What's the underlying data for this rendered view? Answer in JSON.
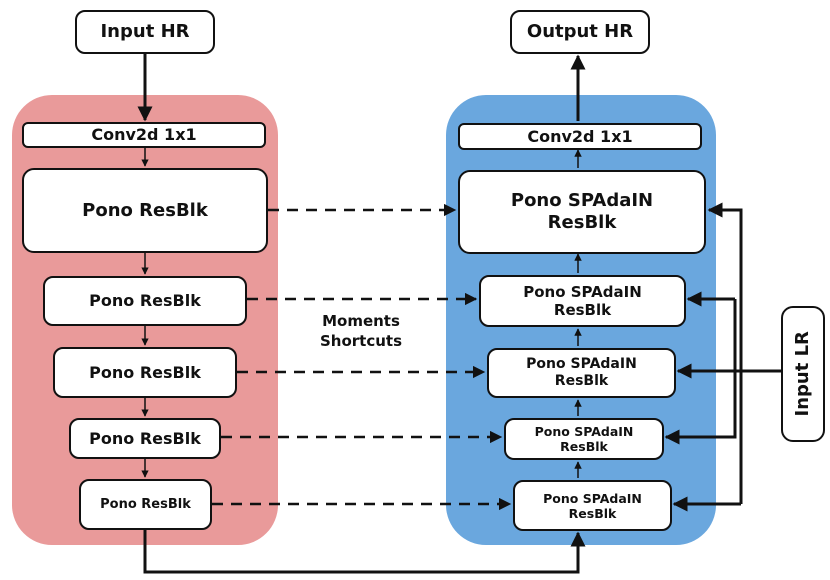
{
  "inputs": {
    "input_hr": "Input HR",
    "input_lr": "Input LR"
  },
  "outputs": {
    "output_hr": "Output HR"
  },
  "encoder": {
    "conv": "Conv2d 1x1",
    "blocks": [
      "Pono ResBlk",
      "Pono ResBlk",
      "Pono ResBlk",
      "Pono ResBlk",
      "Pono ResBlk"
    ]
  },
  "decoder": {
    "conv": "Conv2d 1x1",
    "blocks": [
      "Pono SPAdaIN\nResBlk",
      "Pono SPAdaIN\nResBlk",
      "Pono SPAdaIN\nResBlk",
      "Pono SPAdaIN\nResBlk",
      "Pono SPAdaIN\nResBlk"
    ]
  },
  "shortcut_label": "Moments\nShortcuts",
  "colors": {
    "encoder_panel": "#e99a9a",
    "decoder_panel": "#6aa7de",
    "box_fill": "#ffffff",
    "stroke": "#111111"
  }
}
